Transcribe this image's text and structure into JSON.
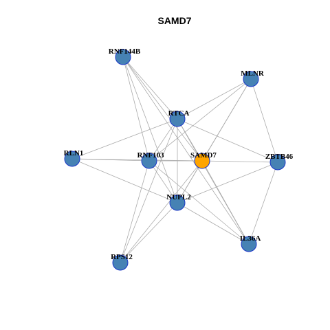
{
  "title": "SAMD7",
  "colors": {
    "background": "#ffffff",
    "edge": "#aaaaaa",
    "node_fill": "#4682b4",
    "node_stroke": "#1a36c8",
    "focus_fill": "#ffa500",
    "label": "#000000"
  },
  "focus_node": "SAMD7",
  "nodes": [
    {
      "id": "SAMD7",
      "label": "SAMD7"
    },
    {
      "id": "RNF144B",
      "label": "RNF144B"
    },
    {
      "id": "MLNR",
      "label": "MLNR"
    },
    {
      "id": "RTCA",
      "label": "RTCA"
    },
    {
      "id": "RLN1",
      "label": "RLN1"
    },
    {
      "id": "RNF103",
      "label": "RNF103"
    },
    {
      "id": "ZBTB46",
      "label": "ZBTB46"
    },
    {
      "id": "NUPL2",
      "label": "NUPL2"
    },
    {
      "id": "IL36A",
      "label": "IL36A"
    },
    {
      "id": "RPS12",
      "label": "RPS12"
    }
  ],
  "edges": [
    [
      "RNF144B",
      "RTCA"
    ],
    [
      "RNF144B",
      "NUPL2"
    ],
    [
      "RNF144B",
      "IL36A"
    ],
    [
      "RNF144B",
      "SAMD7"
    ],
    [
      "RNF144B",
      "RNF103"
    ],
    [
      "MLNR",
      "RTCA"
    ],
    [
      "MLNR",
      "RNF103"
    ],
    [
      "MLNR",
      "SAMD7"
    ],
    [
      "MLNR",
      "ZBTB46"
    ],
    [
      "MLNR",
      "NUPL2"
    ],
    [
      "RTCA",
      "RLN1"
    ],
    [
      "RTCA",
      "SAMD7"
    ],
    [
      "RTCA",
      "ZBTB46"
    ],
    [
      "RTCA",
      "RNF103"
    ],
    [
      "RTCA",
      "NUPL2"
    ],
    [
      "RTCA",
      "IL36A"
    ],
    [
      "RTCA",
      "RPS12"
    ],
    [
      "RLN1",
      "RNF103"
    ],
    [
      "RLN1",
      "SAMD7"
    ],
    [
      "RLN1",
      "NUPL2"
    ],
    [
      "RNF103",
      "SAMD7"
    ],
    [
      "RNF103",
      "NUPL2"
    ],
    [
      "RNF103",
      "RPS12"
    ],
    [
      "RNF103",
      "IL36A"
    ],
    [
      "SAMD7",
      "ZBTB46"
    ],
    [
      "SAMD7",
      "NUPL2"
    ],
    [
      "SAMD7",
      "IL36A"
    ],
    [
      "SAMD7",
      "RPS12"
    ],
    [
      "ZBTB46",
      "NUPL2"
    ],
    [
      "ZBTB46",
      "IL36A"
    ],
    [
      "NUPL2",
      "RPS12"
    ],
    [
      "NUPL2",
      "IL36A"
    ]
  ]
}
